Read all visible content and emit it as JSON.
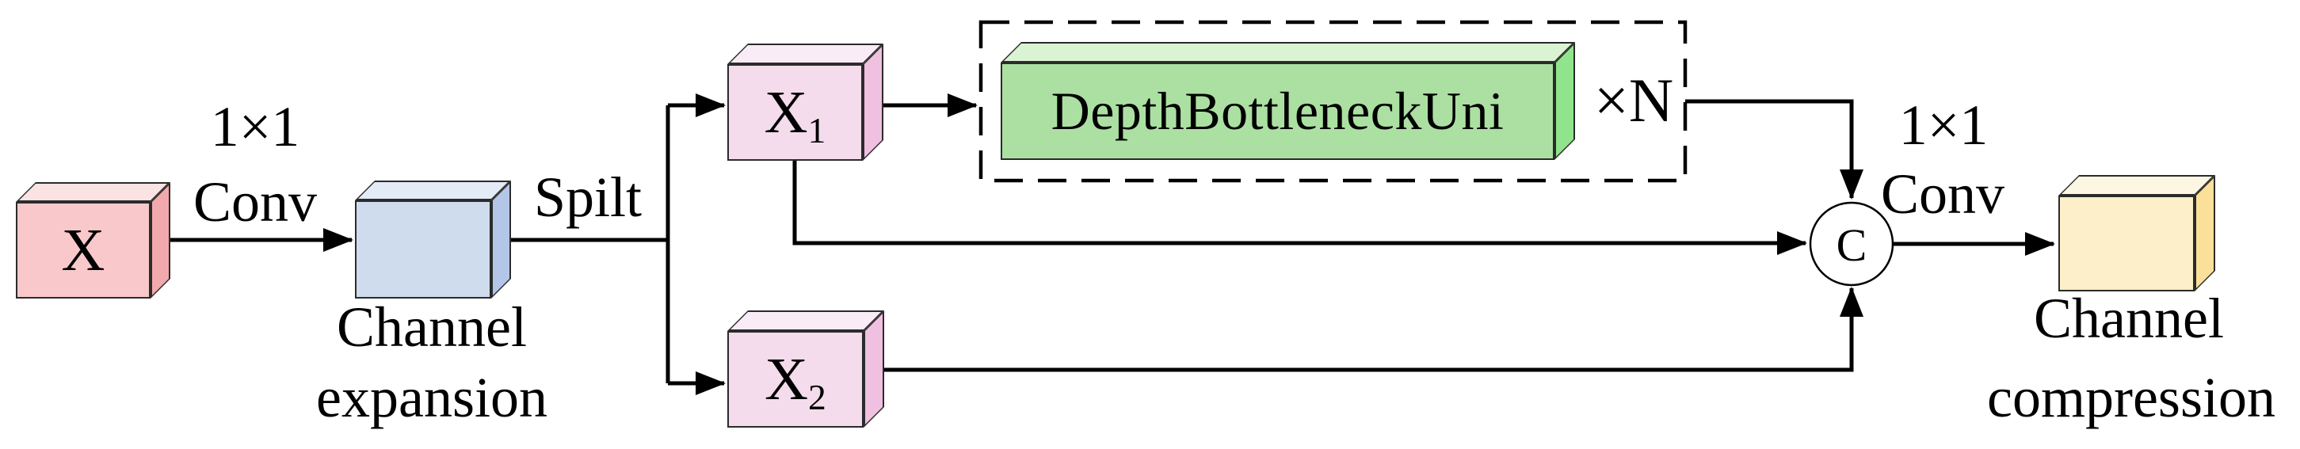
{
  "figure": {
    "type": "architecture-diagram",
    "nodes": {
      "input": {
        "label": "X"
      },
      "expansion": {
        "caption_line1": "Channel",
        "caption_line2": "expansion"
      },
      "x1": {
        "label": "X",
        "sub": "1"
      },
      "x2": {
        "label": "X",
        "sub": "2"
      },
      "bottleneck": {
        "label": "DepthBottleneckUni",
        "repeat_label": "×N"
      },
      "concat": {
        "label": "C"
      },
      "compression": {
        "caption_line1": "Channel",
        "caption_line2": "compression"
      }
    },
    "edges": {
      "conv_in_line1": "1×1",
      "conv_in_line2": "Conv",
      "split_label": "Spilt",
      "conv_out_line1": "1×1",
      "conv_out_line2": "Conv"
    },
    "colors": {
      "input_box_front": "#f9c8ca",
      "expansion_box_front": "#cfdcee",
      "split_box_front": "#f4dcec",
      "bottleneck_box_front": "#abe0a2",
      "compression_box_front": "#fcefc9",
      "line": "#000000",
      "background": "#ffffff"
    }
  }
}
